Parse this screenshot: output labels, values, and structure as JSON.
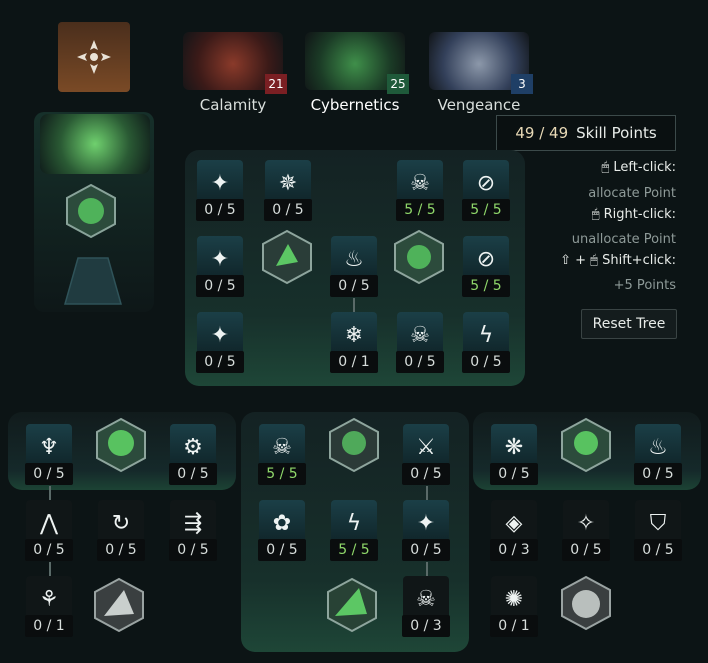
{
  "tabs": [
    {
      "label": "Calamity",
      "points": "21",
      "badge_color": "#7a1f23"
    },
    {
      "label": "Cybernetics",
      "points": "25",
      "badge_color": "#1f5a3a"
    },
    {
      "label": "Vengeance",
      "points": "3",
      "badge_color": "#1f3f66"
    }
  ],
  "skill_points": {
    "value": "49 / 49",
    "label": "Skill Points"
  },
  "help": {
    "left_key": "Left-click:",
    "left_desc": "allocate Point",
    "right_key": "Right-click:",
    "right_desc": "unallocate Point",
    "shift_key": "Shift+click:",
    "shift_desc": "+5 Points",
    "plus": "+"
  },
  "reset_label": "Reset Tree",
  "colors": {
    "max": "#8fd76a",
    "accent": "#e8d9b6",
    "green_glow": "#5fd36a"
  },
  "top_tree": {
    "r1": [
      "0 / 5",
      "0 / 5",
      "5 / 5",
      "5 / 5"
    ],
    "r2": [
      "0 / 5",
      "0 / 5",
      "5 / 5"
    ],
    "r3": [
      "0 / 5",
      "0 / 1",
      "0 / 5",
      "0 / 5"
    ]
  },
  "left_tree": {
    "r1": [
      "0 / 5",
      "0 / 5"
    ],
    "r2": [
      "0 / 5",
      "0 / 5",
      "0 / 5"
    ],
    "r3": [
      "0 / 1"
    ]
  },
  "mid_tree": {
    "r1": [
      "5 / 5",
      "0 / 5"
    ],
    "r2": [
      "0 / 5",
      "5 / 5",
      "0 / 5"
    ],
    "r3": [
      "0 / 3"
    ]
  },
  "right_tree": {
    "r1": [
      "0 / 5",
      "0 / 5"
    ],
    "r2": [
      "0 / 3",
      "0 / 5",
      "0 / 5"
    ],
    "r3": [
      "0 / 1"
    ]
  }
}
